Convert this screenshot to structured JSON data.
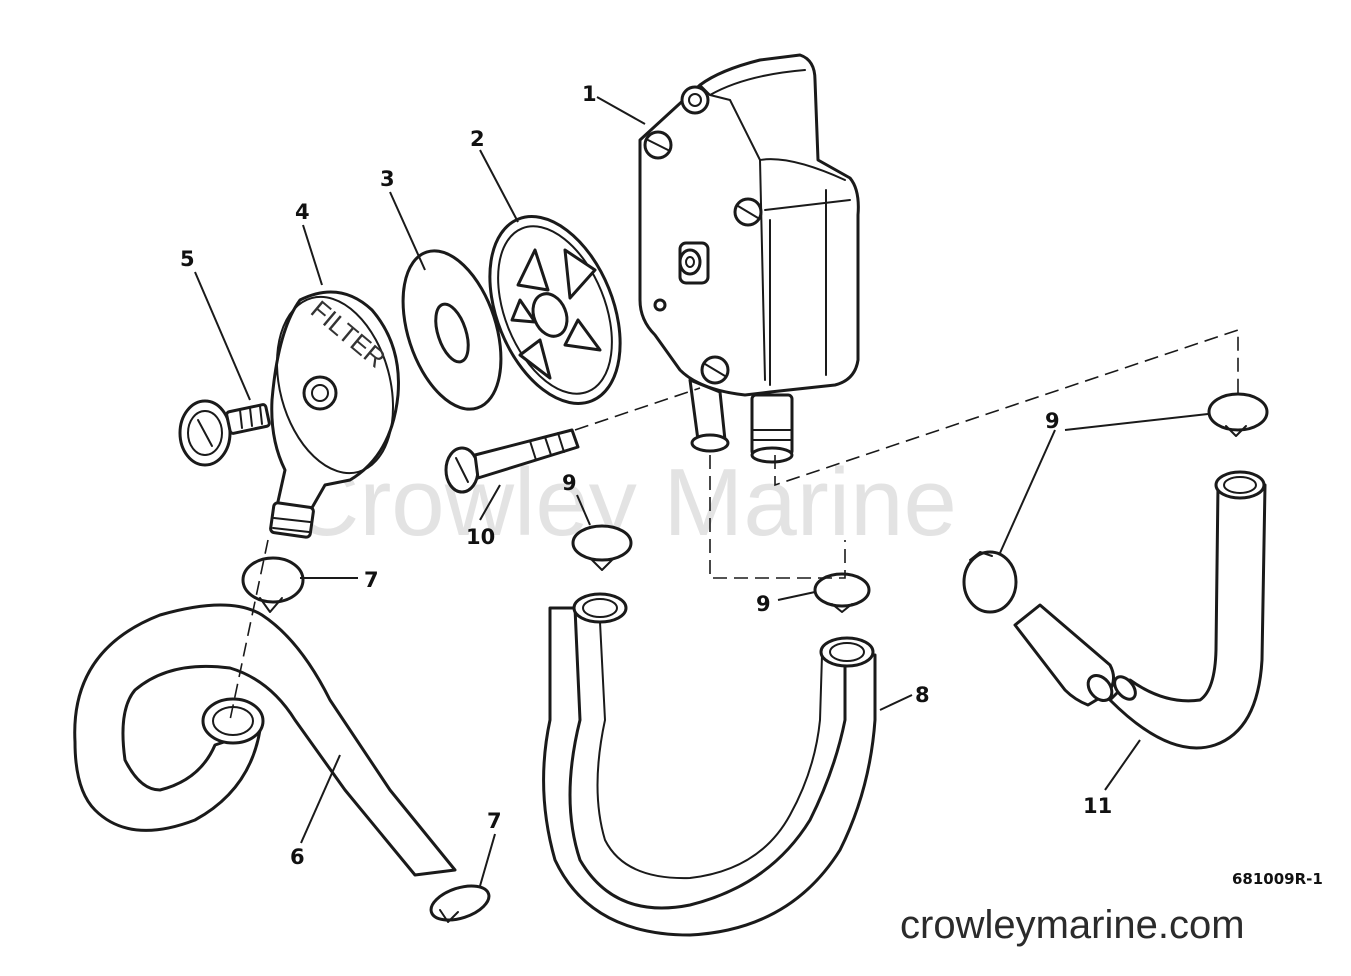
{
  "watermark": "Crowley Marine",
  "website": "crowleymarine.com",
  "diagram_number": "681009R-1",
  "filter_embossing": "FILTER",
  "callouts": {
    "c1": "1",
    "c2": "2",
    "c3": "3",
    "c4": "4",
    "c5": "5",
    "c6": "6",
    "c7a": "7",
    "c7b": "7",
    "c8": "8",
    "c9a": "9",
    "c9b": "9",
    "c9c": "9",
    "c10": "10",
    "c11": "11"
  },
  "colors": {
    "ink": "#1a1a1a",
    "background": "#ffffff",
    "watermark": "#e3e3e3"
  }
}
